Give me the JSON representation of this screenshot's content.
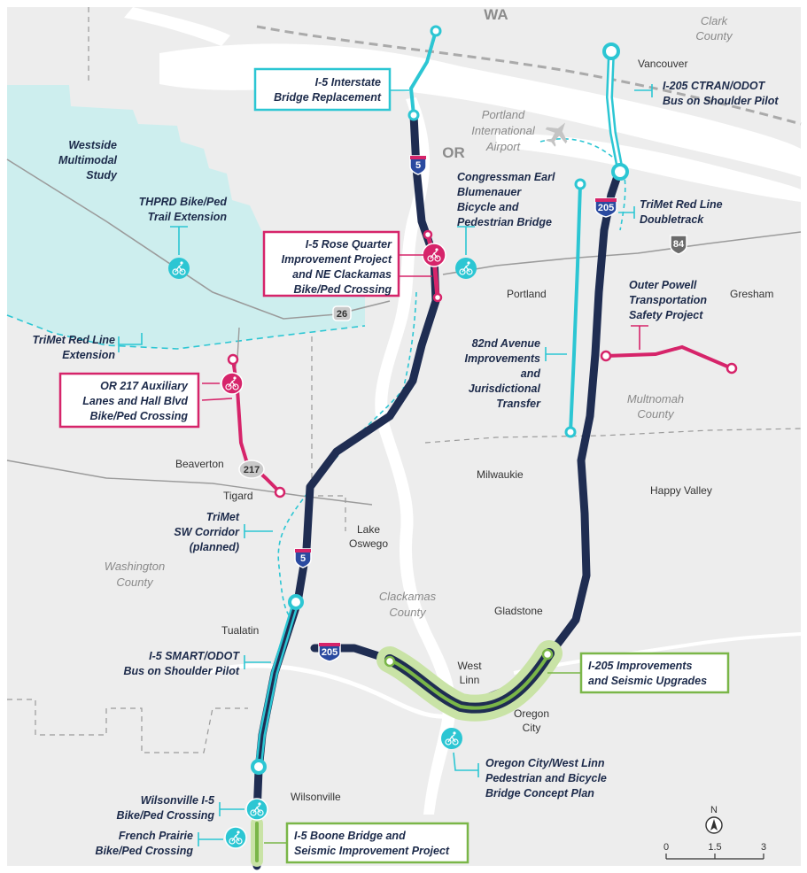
{
  "colors": {
    "background": "#ededed",
    "water": "#ffffff",
    "land_white": "#ffffff",
    "study_area": "#cdeeee",
    "highway": "#1f2d52",
    "transit_teal": "#2cc6d3",
    "bike_ped": "#d6246a",
    "improvement_green": "#7ab648",
    "green_glow": "#c9e3a6"
  },
  "states": {
    "wa": "WA",
    "or": "OR"
  },
  "regions": {
    "clark_county": [
      "Clark",
      "County"
    ],
    "washington_county": [
      "Washington",
      "County"
    ],
    "clackamas_county": [
      "Clackamas",
      "County"
    ],
    "multnomah_county": [
      "Multnomah",
      "County"
    ],
    "airport": [
      "Portland",
      "International",
      "Airport"
    ]
  },
  "cities": {
    "vancouver": "Vancouver",
    "portland": "Portland",
    "gresham": "Gresham",
    "beaverton": "Beaverton",
    "tigard": "Tigard",
    "milwaukie": "Milwaukie",
    "happy_valley": "Happy Valley",
    "lake_oswego": [
      "Lake",
      "Oswego"
    ],
    "gladstone": "Gladstone",
    "west_linn": [
      "West",
      "Linn"
    ],
    "oregon_city": [
      "Oregon",
      "City"
    ],
    "tualatin": "Tualatin",
    "wilsonville": "Wilsonville"
  },
  "shields": {
    "i5": "5",
    "i205": "205",
    "i84": "84",
    "us26": "26",
    "or217": "217"
  },
  "projects": {
    "westside": [
      "Westside",
      "Multimodal",
      "Study"
    ],
    "thprd": [
      "THPRD Bike/Ped",
      "Trail Extension"
    ],
    "i5_bridge": [
      "I-5 Interstate",
      "Bridge Replacement"
    ],
    "i205_ctran": [
      "I-205 CTRAN/ODOT",
      "Bus on Shoulder Pilot"
    ],
    "blumenauer": [
      "Congressman Earl",
      "Blumenauer",
      "Bicycle and",
      "Pedestrian Bridge"
    ],
    "rose_quarter": [
      "I-5 Rose Quarter",
      "Improvement Project",
      "and NE Clackamas",
      "Bike/Ped Crossing"
    ],
    "red_line_doubletrack": [
      "TriMet Red Line",
      "Doubletrack"
    ],
    "outer_powell": [
      "Outer Powell",
      "Transportation",
      "Safety Project"
    ],
    "red_line_extension": [
      "TriMet Red Line",
      "Extension"
    ],
    "or217": [
      "OR 217 Auxiliary",
      "Lanes and Hall Blvd",
      "Bike/Ped Crossing"
    ],
    "ave82": [
      "82nd Avenue",
      "Improvements",
      "and",
      "Jurisdictional",
      "Transfer"
    ],
    "sw_corridor": [
      "TriMet",
      "SW Corridor",
      "(planned)"
    ],
    "i5_smart": [
      "I-5 SMART/ODOT",
      "Bus on Shoulder Pilot"
    ],
    "i205_improve": [
      "I-205 Improvements",
      "and Seismic Upgrades"
    ],
    "oregon_city_bridge": [
      "Oregon City/West Linn",
      "Pedestrian and Bicycle",
      "Bridge Concept Plan"
    ],
    "wilsonville": [
      "Wilsonville I-5",
      "Bike/Ped Crossing"
    ],
    "french_prairie": [
      "French Prairie",
      "Bike/Ped Crossing"
    ],
    "boone_bridge": [
      "I-5 Boone Bridge and",
      "Seismic Improvement Project"
    ]
  },
  "north_arrow": "N",
  "scale": {
    "ticks": [
      "0",
      "1.5",
      "3"
    ]
  },
  "icons": {
    "bike_ped": "bike-ped-icon",
    "north": "north-arrow-icon"
  }
}
